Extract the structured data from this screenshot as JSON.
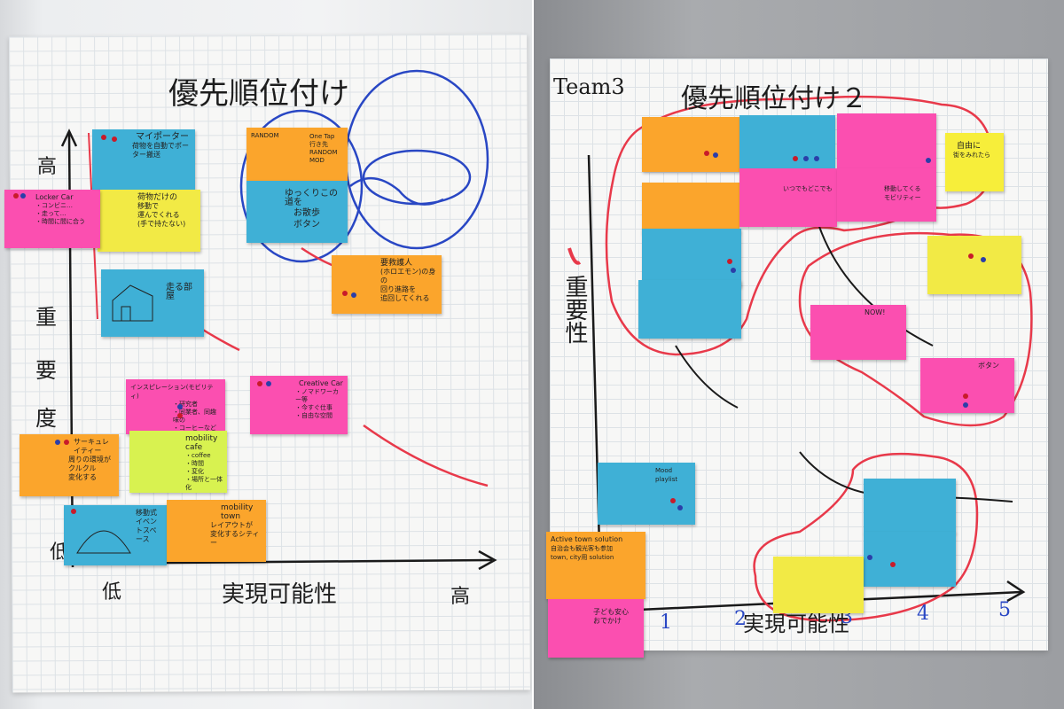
{
  "left_board": {
    "title": "優先順位付け",
    "y_axis_high": "高",
    "y_axis_label": [
      "重",
      "要",
      "度"
    ],
    "y_axis_low": "低",
    "x_axis_low": "低",
    "x_axis_label": "実現可能性",
    "x_axis_high": "高",
    "notes": [
      {
        "id": "myporter",
        "title": "マイポーター",
        "body": "荷物を自動でポーター搬送"
      },
      {
        "id": "locker-car",
        "title": "Locker Car",
        "body": "・コンビニ…\n・走って…\n・時間に間に合う"
      },
      {
        "id": "nimotsu",
        "title": "荷物だけの",
        "body": "移動で\n運んでくれる\n(手で持たない)"
      },
      {
        "id": "random",
        "title": "RANDOM",
        "body": "One Tap\n行き先\nRANDOM MOD"
      },
      {
        "id": "yukkuri",
        "title": "ゆっくりこの道を",
        "body": "お散歩\nボタン"
      },
      {
        "id": "yoppa",
        "title": "要救護人",
        "body": "(ホロエモン)の身の\n回り進路を\n追回してくれる"
      },
      {
        "id": "hashiru-heya",
        "title": "走る部屋",
        "body": ""
      },
      {
        "id": "insp",
        "title": "インスピレーション(モビリティ)",
        "body": "・研究者\n・同業者、同趣味の\n・コーヒーなど対話\n・刺激を提供"
      },
      {
        "id": "creative-car",
        "title": "Creative Car",
        "body": "・ノマドワーカー等\n・今すぐ仕事\n・自由な空間"
      },
      {
        "id": "circulate",
        "title": "サーキュレイティー",
        "body": "周りの環境が\nクルクル\n変化する"
      },
      {
        "id": "mobility-cafe",
        "title": "mobility cafe",
        "body": "・coffee\n・時間\n・変化\n・場所と一体化"
      },
      {
        "id": "idou-event",
        "title": "移動式イベントスペース",
        "body": ""
      },
      {
        "id": "mobility-town",
        "title": "mobility town",
        "body": "レイアウトが\n変化するシティー"
      }
    ]
  },
  "right_board": {
    "team": "Team3",
    "title": "優先順位付け２",
    "y_axis_label": "重要性",
    "x_axis_label": "実現可能性",
    "x_ticks": [
      "1",
      "2",
      "3",
      "4",
      "5"
    ],
    "notes": [
      {
        "id": "r-orange-1",
        "title": "",
        "body": ""
      },
      {
        "id": "r-blue-1",
        "title": "",
        "body": ""
      },
      {
        "id": "r-pink-1",
        "title": "",
        "body": ""
      },
      {
        "id": "jiyu",
        "title": "自由に",
        "body": "街をみれたら"
      },
      {
        "id": "r-orange-2",
        "title": "",
        "body": ""
      },
      {
        "id": "r-pink-2",
        "title": "",
        "body": "いつでもどこでも"
      },
      {
        "id": "r-pink-3",
        "title": "",
        "body": "移動してくる\nモビリティー"
      },
      {
        "id": "r-blue-2",
        "title": "",
        "body": ""
      },
      {
        "id": "r-yellow-1",
        "title": "",
        "body": ""
      },
      {
        "id": "now",
        "title": "NOW!",
        "body": ""
      },
      {
        "id": "r-blue-3",
        "title": "",
        "body": ""
      },
      {
        "id": "n-button",
        "title": "ボタン",
        "body": ""
      },
      {
        "id": "r-blue-4",
        "title": "Mood playlist",
        "body": ""
      },
      {
        "id": "active-town",
        "title": "Active town solution",
        "body": "自治会も観光客も参加\ntown, city用 solution"
      },
      {
        "id": "r-blue-5",
        "title": "",
        "body": ""
      },
      {
        "id": "r-yellow-2",
        "title": "",
        "body": ""
      },
      {
        "id": "kodomo",
        "title": "子ども安心",
        "body": "おでかけ"
      }
    ]
  },
  "colors": {
    "note_pink": "#fb4fb0",
    "note_orange": "#fba52c",
    "note_blue": "#3fb0d6",
    "note_yellow": "#f2ea45",
    "note_lime": "#d8f250",
    "marker_red": "#e8394a",
    "marker_blue": "#2947c4",
    "marker_black": "#1a1a1a"
  }
}
